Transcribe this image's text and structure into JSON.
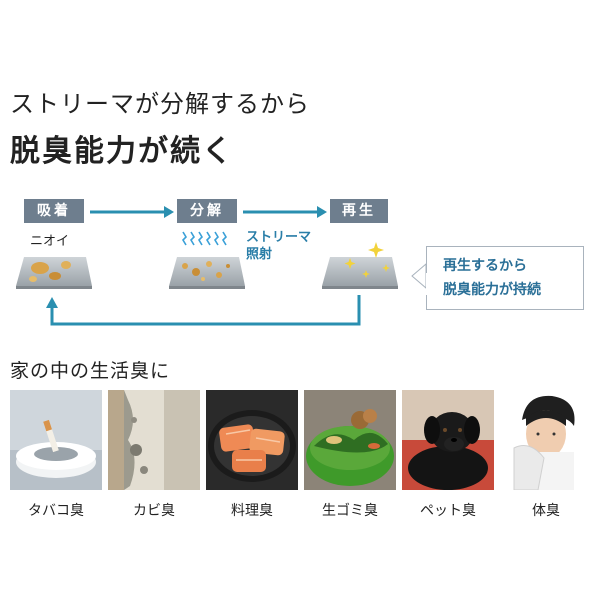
{
  "header": {
    "subtitle": "ストリーマが分解するから",
    "title": "脱臭能力が続く"
  },
  "process": {
    "step1": {
      "label": "吸着",
      "caption": "ニオイ"
    },
    "step2": {
      "label": "分解",
      "caption_line1": "ストリーマ",
      "caption_line2": "照射"
    },
    "step3": {
      "label": "再生"
    },
    "result_line1": "再生するから",
    "result_line2": "脱臭能力が持続"
  },
  "examples": {
    "heading": "家の中の生活臭に",
    "items": [
      {
        "label": "タバコ臭",
        "icon": "cigarette-ashtray"
      },
      {
        "label": "カビ臭",
        "icon": "mold-wall"
      },
      {
        "label": "料理臭",
        "icon": "salmon-pan"
      },
      {
        "label": "生ゴミ臭",
        "icon": "food-waste-bowl"
      },
      {
        "label": "ペット臭",
        "icon": "black-dog"
      },
      {
        "label": "体臭",
        "icon": "man-towel"
      }
    ]
  },
  "colors": {
    "step_label_bg": "#6e7e8e",
    "arrow": "#2a8fb0",
    "accent_text": "#2a6f97",
    "streamer_blue": "#3aa0d8"
  }
}
